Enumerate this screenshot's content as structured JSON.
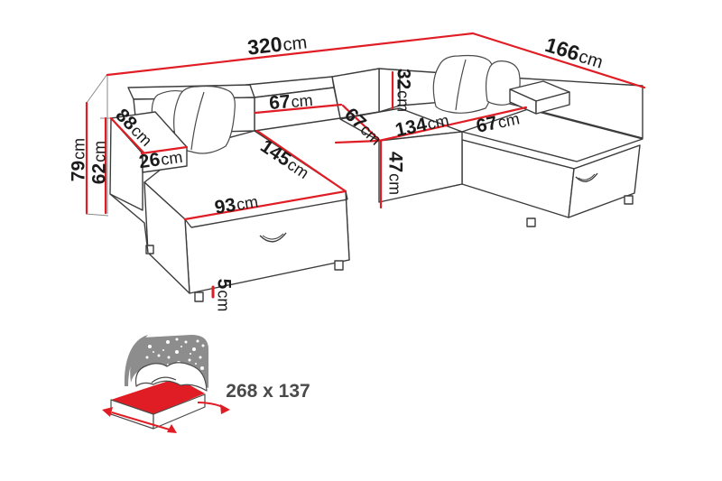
{
  "dimensions": {
    "total_width": {
      "value": "320",
      "unit": "cm"
    },
    "total_depth": {
      "value": "166",
      "unit": "cm"
    },
    "total_height": {
      "value": "79",
      "unit": "cm"
    },
    "base_height": {
      "value": "62",
      "unit": "cm"
    },
    "armrest_depth": {
      "value": "88",
      "unit": "cm"
    },
    "armrest_width": {
      "value": "26",
      "unit": "cm"
    },
    "left_backrest_width": {
      "value": "67",
      "unit": "cm"
    },
    "backrest_height": {
      "value": "32",
      "unit": "cm"
    },
    "middle_seat_width": {
      "value": "67",
      "unit": "cm"
    },
    "back_seat_length": {
      "value": "134",
      "unit": "cm"
    },
    "right_seat_width": {
      "value": "67",
      "unit": "cm"
    },
    "seat_height": {
      "value": "47",
      "unit": "cm"
    },
    "chaise_length": {
      "value": "145",
      "unit": "cm"
    },
    "chaise_width": {
      "value": "93",
      "unit": "cm"
    },
    "leg_height": {
      "value": "5",
      "unit": "cm"
    }
  },
  "sleeping_area": {
    "size_label": "268 x 137",
    "icon": "sleeping-function-bed-icon"
  },
  "colors": {
    "dimension_line": "#e01d24",
    "outline": "#3c3c3c",
    "pillow_outline": "#4a4a4a",
    "guide": "#8a8a8a",
    "icon_gray": "#8d8d8d",
    "label_text": "#1b1b1b",
    "sleeping_text": "#4a4a4a",
    "background": "#ffffff"
  }
}
